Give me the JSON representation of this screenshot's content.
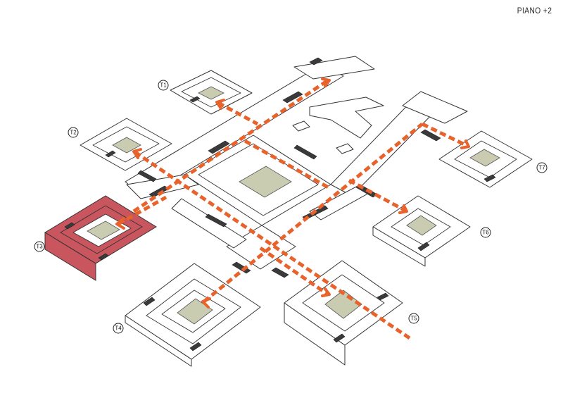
{
  "floor_label": "PIANO +2",
  "colors": {
    "route": "#e8622c",
    "highlight_tower": "#c9565e",
    "garden": "#c9ccb0",
    "dark_core": "#3a3a3a"
  },
  "towers": [
    {
      "id": "t1",
      "label": "T1"
    },
    {
      "id": "t2",
      "label": "T2"
    },
    {
      "id": "t3",
      "label": "T3"
    },
    {
      "id": "t4",
      "label": "T4"
    },
    {
      "id": "t5",
      "label": "T5"
    },
    {
      "id": "t6",
      "label": "T6"
    },
    {
      "id": "t7",
      "label": "T7"
    }
  ]
}
